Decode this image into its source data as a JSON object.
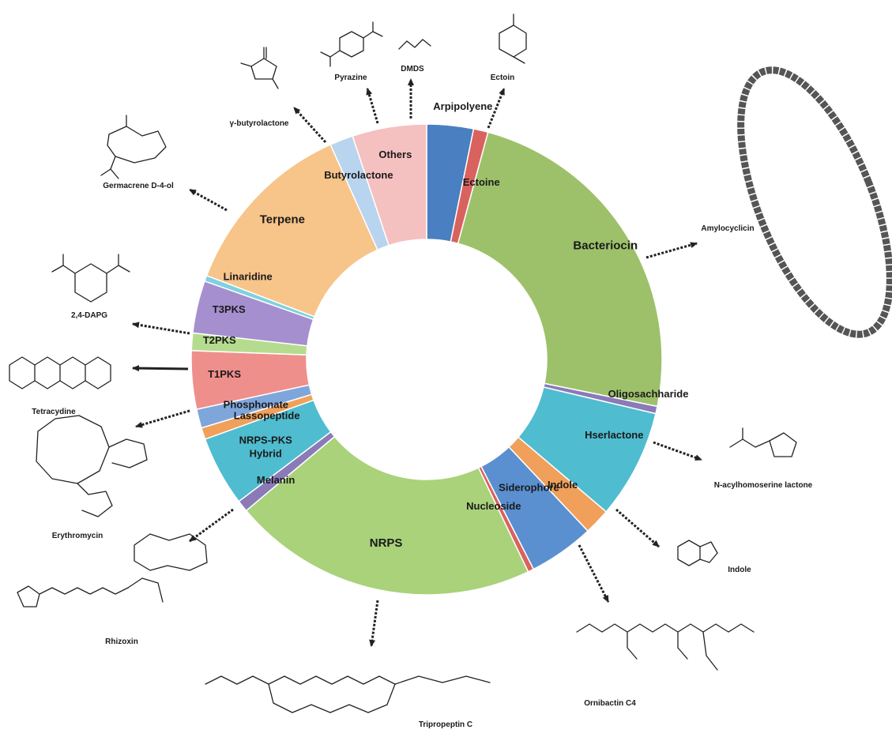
{
  "chart_data": {
    "type": "pie",
    "donut": true,
    "slices": [
      {
        "label": "Arpipolyene",
        "value": 3.2,
        "color": "#4a7fc1"
      },
      {
        "label": "Ectoine",
        "value": 1.0,
        "color": "#d9625e"
      },
      {
        "label": "Bacteriocin",
        "value": 24.0,
        "color": "#9dc16a"
      },
      {
        "label": "Oligosachharide",
        "value": 0.5,
        "color": "#8a7ab8"
      },
      {
        "label": "Hserlactone",
        "value": 7.5,
        "color": "#4fbcd0"
      },
      {
        "label": "Indole",
        "value": 1.8,
        "color": "#f0a05a"
      },
      {
        "label": "Siderophore",
        "value": 4.5,
        "color": "#5a8fd0"
      },
      {
        "label": "Nucleoside",
        "value": 0.4,
        "color": "#d9625e"
      },
      {
        "label": "NRPS",
        "value": 21.0,
        "color": "#a9d27a"
      },
      {
        "label": "Melanin",
        "value": 0.8,
        "color": "#8a7ab8"
      },
      {
        "label": "NRPS-PKS Hybrid",
        "value": 4.8,
        "color": "#4fbcd0"
      },
      {
        "label": "Lassopeptide",
        "value": 0.8,
        "color": "#f0a05a"
      },
      {
        "label": "Phosphonate",
        "value": 1.3,
        "color": "#7fa6db"
      },
      {
        "label": "T1PKS",
        "value": 4.0,
        "color": "#ef8f8c"
      },
      {
        "label": "T2PKS",
        "value": 1.2,
        "color": "#b5dc8e"
      },
      {
        "label": "T3PKS",
        "value": 3.6,
        "color": "#a58fcf"
      },
      {
        "label": "Linaridine",
        "value": 0.4,
        "color": "#7fd0e0"
      },
      {
        "label": "Terpene",
        "value": 12.5,
        "color": "#f7c48a"
      },
      {
        "label": "Butyrolactone",
        "value": 1.6,
        "color": "#b9d4ee"
      },
      {
        "label": "Others",
        "value": 5.1,
        "color": "#f5c0c0"
      }
    ],
    "compounds": [
      {
        "name": "γ-butyrolactone"
      },
      {
        "name": "Pyrazine"
      },
      {
        "name": "DMDS"
      },
      {
        "name": "Ectoin"
      },
      {
        "name": "Germacrene D-4-ol"
      },
      {
        "name": "Amylocyclicin"
      },
      {
        "name": "2,4-DAPG"
      },
      {
        "name": "Tetracydine"
      },
      {
        "name": "Erythromycin"
      },
      {
        "name": "N-acylhomoserine lactone"
      },
      {
        "name": "Indole"
      },
      {
        "name": "Rhizoxin"
      },
      {
        "name": "Tripropeptin C"
      },
      {
        "name": "Ornibactin C4"
      }
    ]
  }
}
